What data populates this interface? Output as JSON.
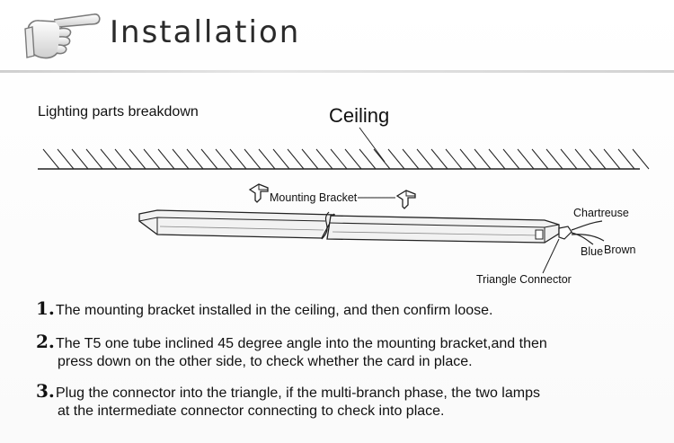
{
  "header": {
    "title": "Installation"
  },
  "diagram": {
    "subtitle": "Lighting parts breakdown",
    "ceiling_label": "Ceiling",
    "mounting_bracket_label": "Mounting Bracket",
    "chartreuse_label": "Chartreuse",
    "blue_label": "Blue",
    "brown_label": "Brown",
    "triangle_connector_label": "Triangle Connector"
  },
  "steps": [
    {
      "number": "1.",
      "line1": "The mounting bracket installed in the ceiling, and then confirm loose.",
      "line2": ""
    },
    {
      "number": "2.",
      "line1": "The T5 one tube inclined 45 degree angle into the mounting bracket,and then",
      "line2": "press down on the other side, to check whether the card in place."
    },
    {
      "number": "3.",
      "line1": "Plug the connector into the triangle, if the multi-branch phase, the two lamps",
      "line2": "at the intermediate connector connecting to check into place."
    }
  ],
  "colors": {
    "wire_chartreuse": "#b7c93a",
    "wire_blue": "#3a5fb0",
    "wire_brown": "#7a4a22"
  }
}
